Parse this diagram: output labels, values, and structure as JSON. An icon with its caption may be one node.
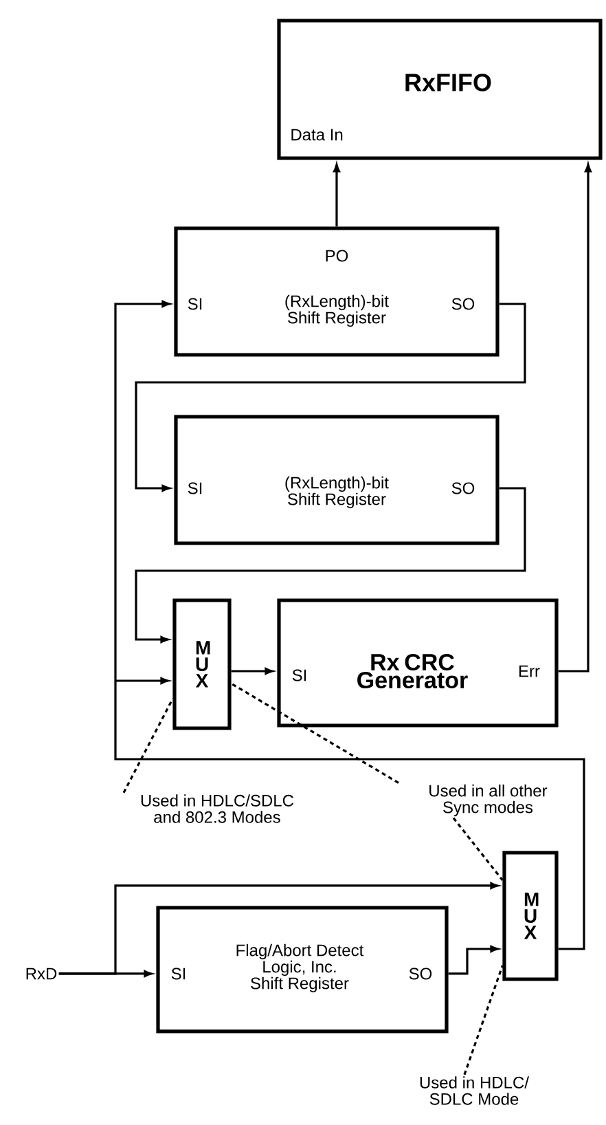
{
  "diagram": {
    "nodes": [
      {
        "text": [
          "RxFIFO",
          "Data In"
        ]
      },
      {
        "text": [
          "PO",
          "SI",
          "(RxLength)-bit Shift Register",
          "SO"
        ]
      },
      {
        "text": [
          "SI",
          "(RxLength)-bit Shift Register",
          "SO"
        ]
      },
      {
        "text": [
          "M U X"
        ]
      },
      {
        "text": [
          "SI",
          "Rx CRC Generator",
          "Err"
        ]
      },
      {
        "text": [
          "M U X"
        ]
      },
      {
        "text": [
          "SI",
          "Flag/Abort Detect Logic, Inc. Shift Register",
          "SO"
        ]
      },
      {
        "text": [
          "RxD"
        ]
      },
      {
        "text": [
          "Used in HDLC/SDLC and 802.3 Modes"
        ]
      },
      {
        "text": [
          "Used in all other Sync modes"
        ]
      },
      {
        "text": [
          "Used in HDLC/ SDLC Mode"
        ]
      }
    ],
    "edges": [
      {
        "from": 1,
        "to": 0,
        "arrow": "to"
      },
      {
        "from": 4,
        "to": 0,
        "arrow": "to"
      },
      {
        "from": 1,
        "to": 2,
        "arrow": "to"
      },
      {
        "from": 2,
        "to": 3,
        "arrow": "to"
      },
      {
        "from": 3,
        "to": 4,
        "arrow": "to"
      },
      {
        "from": 5,
        "to": 1,
        "arrow": "to"
      },
      {
        "from": 5,
        "to": 3,
        "arrow": "to"
      },
      {
        "from": 7,
        "to": 6,
        "arrow": "to"
      },
      {
        "from": 7,
        "to": 5,
        "arrow": "to"
      },
      {
        "from": 6,
        "to": 5,
        "arrow": "to"
      },
      {
        "from": 8,
        "to": 3,
        "arrow": "none",
        "style": "dashed"
      },
      {
        "from": 9,
        "to": 3,
        "arrow": "none",
        "style": "dashed"
      },
      {
        "from": 9,
        "to": 5,
        "arrow": "none",
        "style": "dashed"
      },
      {
        "from": 10,
        "to": 5,
        "arrow": "none",
        "style": "dashed"
      }
    ]
  }
}
